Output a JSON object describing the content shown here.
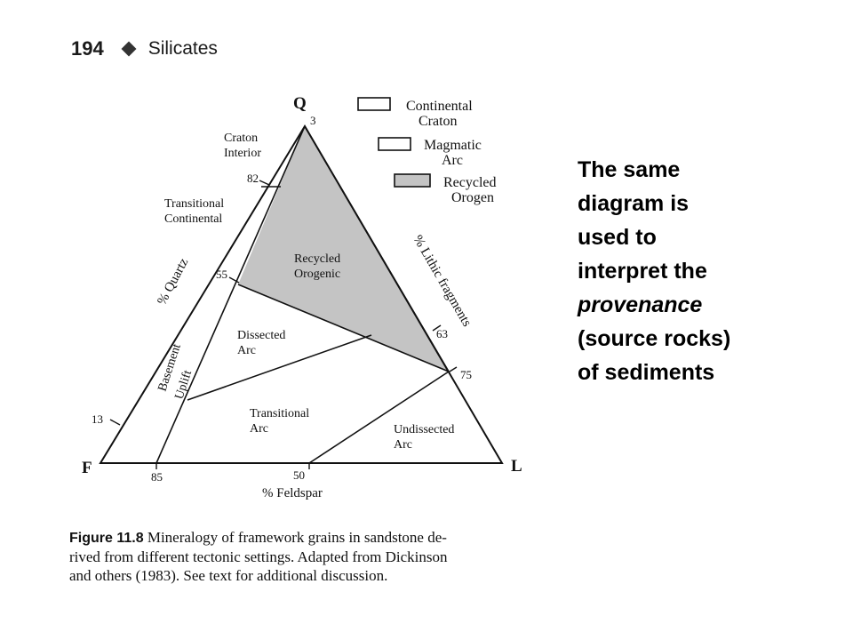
{
  "header": {
    "page_number": "194",
    "section_title": "Silicates"
  },
  "diagram": {
    "apices": {
      "top": "Q",
      "left": "F",
      "right": "L"
    },
    "axis_titles": {
      "left": "% Quartz",
      "right": "% Lithic fragments",
      "bottom": "% Feldspar"
    },
    "tick_labels": {
      "t3": "3",
      "t82": "82",
      "t55": "55",
      "t13": "13",
      "t85": "85",
      "t50": "50",
      "t63": "63",
      "t75": "75"
    },
    "regions": {
      "craton_interior": [
        "Craton",
        "Interior"
      ],
      "transitional_continental": [
        "Transitional",
        "Continental"
      ],
      "basement_uplift": [
        "Basement",
        "Uplift"
      ],
      "recycled_orogenic": [
        "Recycled",
        "Orogenic"
      ],
      "dissected_arc": [
        "Dissected",
        "Arc"
      ],
      "transitional_arc": [
        "Transitional",
        "Arc"
      ],
      "undissected_arc": [
        "Undissected",
        "Arc"
      ]
    },
    "legend": [
      {
        "lines": [
          "Continental",
          "Craton"
        ],
        "fill": "#ffffff"
      },
      {
        "lines": [
          "Magmatic",
          "Arc"
        ],
        "fill": "#ffffff"
      },
      {
        "lines": [
          "Recycled",
          "Orogen"
        ],
        "fill": "#c4c4c4"
      }
    ],
    "colors": {
      "recycled_fill": "#c4c4c4",
      "line": "#111111"
    }
  },
  "caption": {
    "label": "Figure 11.8",
    "lines": [
      "Mineralogy of framework grains in sandstone de-",
      "rived from different tectonic settings. Adapted from Dickinson",
      "and others (1983). See text for additional discussion."
    ]
  },
  "side_text": {
    "line1": "The same",
    "line2": "diagram is",
    "line3": "used to",
    "line4": "interpret the",
    "line5": "provenance",
    "line6": "(source rocks)",
    "line7": "of sediments"
  }
}
